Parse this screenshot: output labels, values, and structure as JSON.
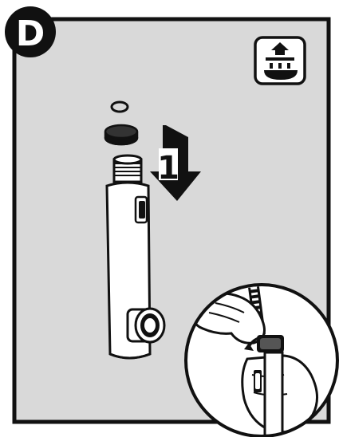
{
  "panel": {
    "step_letter": "D",
    "arrow_number": "1"
  },
  "colors": {
    "panel_background": "#d9d9d9",
    "ink": "#111111",
    "white": "#ffffff"
  },
  "icons": {
    "corner_icon": "shower-head-icon",
    "step_arrow": "down-arrow-icon",
    "detail_inset": "hands-detail-inset"
  }
}
